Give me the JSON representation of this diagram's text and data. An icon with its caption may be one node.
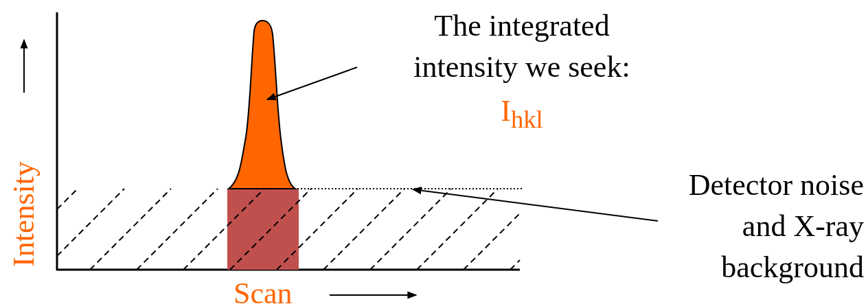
{
  "diagram": {
    "nodes": [
      {
        "text": [
          "The integrated intensity we seek:",
          "I$_{hkl}$"
        ]
      },
      {
        "text": [],
        "shape": "picture"
      },
      {
        "text": [
          "Detector noise and X-ray background"
        ]
      },
      {
        "text": [],
        "shape": "picture"
      }
    ],
    "edges": [
      {
        "from": 0,
        "to": 1,
        "arrow": "to"
      },
      {
        "from": 2,
        "to": 3,
        "arrow": "to"
      }
    ],
    "labels": [
      "Intensity",
      "Scan"
    ]
  }
}
